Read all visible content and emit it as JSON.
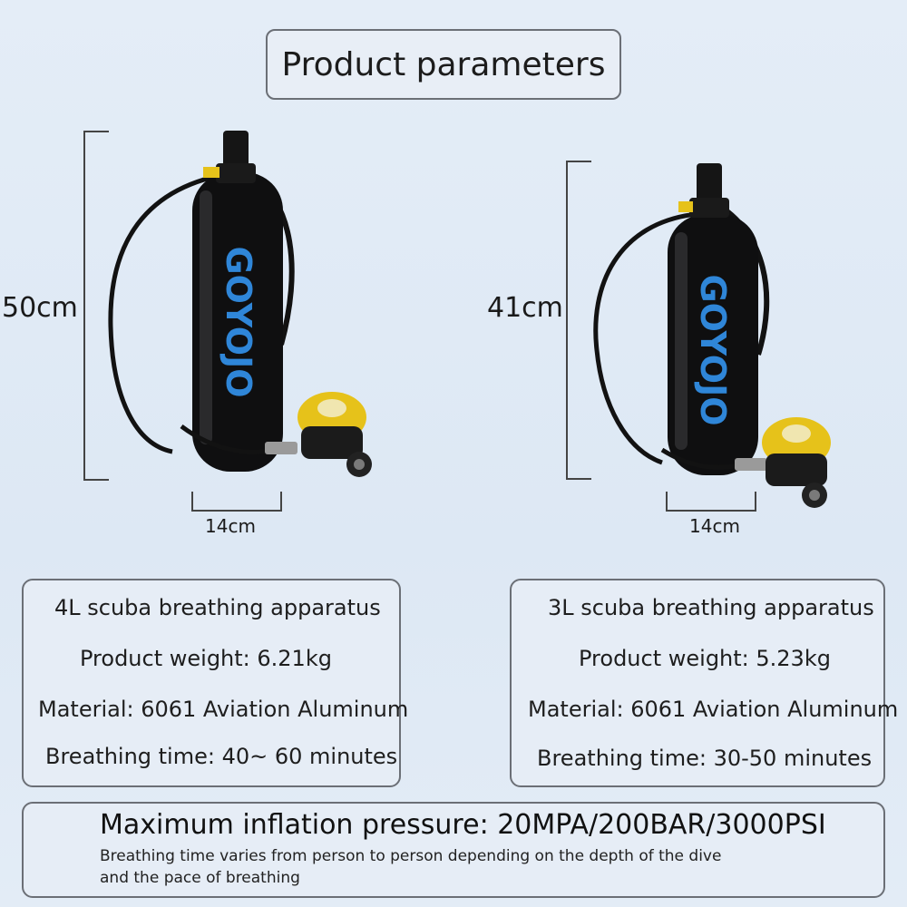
{
  "title": "Product parameters",
  "products": [
    {
      "brand": "GOYOJO",
      "height": "50cm",
      "width": "14cm",
      "name": "4L scuba breathing apparatus",
      "weight": "Product weight: 6.21kg",
      "material": "Material: 6061 Aviation Aluminum",
      "time": "Breathing time: 40~ 60 minutes"
    },
    {
      "brand": "GOYOJO",
      "height": "41cm",
      "width": "14cm",
      "name": "3L scuba breathing apparatus",
      "weight": "Product weight: 5.23kg",
      "material": "Material: 6061 Aviation Aluminum",
      "time": "Breathing time: 30-50 minutes"
    }
  ],
  "footer": {
    "pressure": "Maximum inflation pressure: 20MPA/200BAR/3000PSI",
    "note_line1": "Breathing time varies from person to person depending on the depth of the dive",
    "note_line2": "and the pace of breathing"
  },
  "colors": {
    "tank": "#0f0f10",
    "brand_text": "#2f86d8",
    "regulator": "#e6c21a",
    "background": "#e2ebf5"
  }
}
